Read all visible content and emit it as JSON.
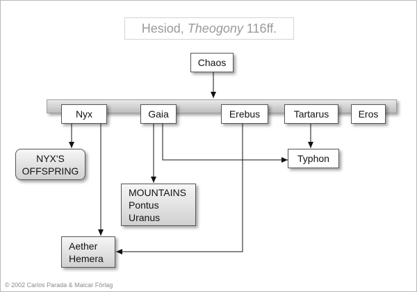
{
  "title": {
    "author": "Hesiod,",
    "work": "Theogony",
    "ref": "116ff."
  },
  "nodes": {
    "chaos": "Chaos",
    "nyx": "Nyx",
    "gaia": "Gaia",
    "erebus": "Erebus",
    "tartarus": "Tartarus",
    "eros": "Eros",
    "typhon": "Typhon",
    "nyx_offspring": {
      "line1": "NYX'S",
      "line2": "OFFSPRING"
    },
    "mountains": {
      "line1": "MOUNTAINS",
      "line2": "Pontus",
      "line3": "Uranus"
    },
    "aether_hemera": {
      "line1": "Aether",
      "line2": "Hemera"
    }
  },
  "footer": "© 2002 Carlos Parada & Maicar Förlag",
  "colors": {
    "line": "#111111",
    "box_border": "#555555",
    "title_text": "#9a9a9a"
  }
}
